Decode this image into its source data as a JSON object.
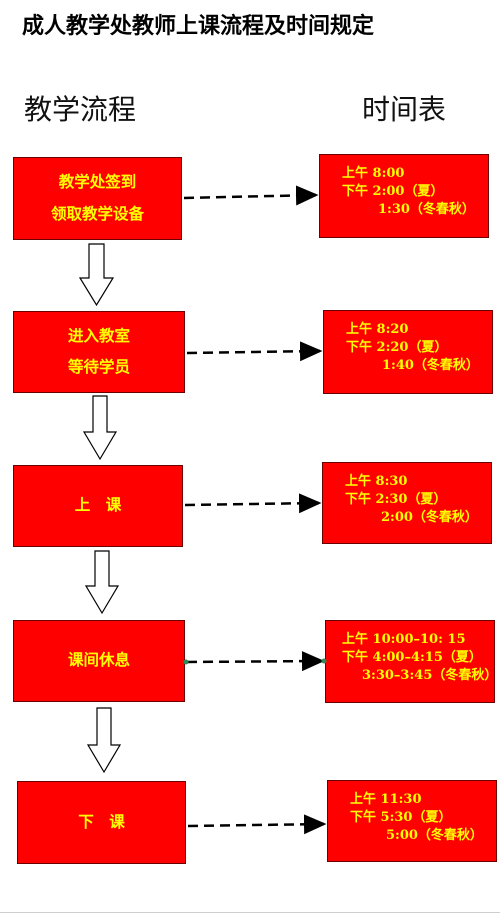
{
  "title": "成人教学处教师上课流程及时间规定",
  "headers": {
    "left": "教学流程",
    "right": "时间表"
  },
  "steps": [
    {
      "lines": [
        "教学处签到",
        "领取教学设备"
      ]
    },
    {
      "lines": [
        "进入教室",
        "等待学员"
      ]
    },
    {
      "lines": [
        "上　课"
      ]
    },
    {
      "lines": [
        "课间休息"
      ]
    },
    {
      "lines": [
        "下　课"
      ]
    }
  ],
  "times": [
    {
      "lines": [
        "上午  8:00",
        "下午  2:00（夏）",
        "1:30（冬春秋）"
      ]
    },
    {
      "lines": [
        "上午  8:20",
        "下午  2:20（夏）",
        "1:40（冬春秋）"
      ]
    },
    {
      "lines": [
        "上午  8:30",
        "下午  2:30（夏）",
        "2:00（冬春秋）"
      ]
    },
    {
      "lines": [
        "上午  10:00–10: 15",
        "下午  4:00–4:15（夏）",
        "3:30–3:45（冬春秋）"
      ]
    },
    {
      "lines": [
        "上午 11:30",
        "下午 5:30（夏）",
        "5:00（冬春秋）"
      ]
    }
  ],
  "colors": {
    "box": "#ff0000",
    "text": "#ffff00"
  }
}
